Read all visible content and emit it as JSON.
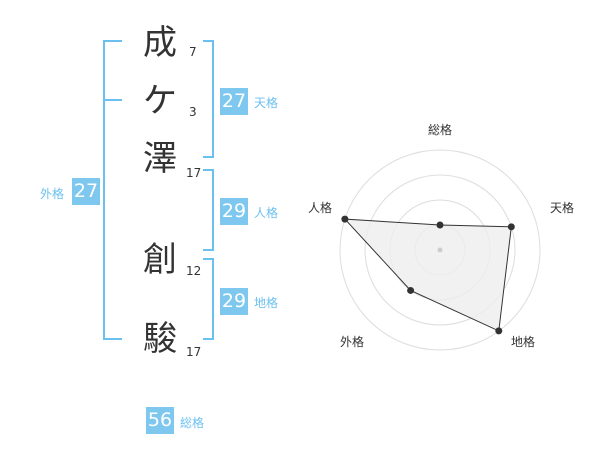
{
  "name": [
    {
      "char": "成",
      "strokes": "7"
    },
    {
      "char": "ケ",
      "strokes": "3"
    },
    {
      "char": "澤",
      "strokes": "17"
    },
    {
      "char": "創",
      "strokes": "12"
    },
    {
      "char": "駿",
      "strokes": "17"
    }
  ],
  "grades": {
    "tenkaku": {
      "value": "27",
      "label": "天格"
    },
    "jinkaku": {
      "value": "29",
      "label": "人格"
    },
    "chikaku": {
      "value": "29",
      "label": "地格"
    },
    "gaikaku": {
      "value": "27",
      "label": "外格"
    },
    "soukaku": {
      "value": "56",
      "label": "総格"
    }
  },
  "chart_data": {
    "type": "radar",
    "axes": [
      "総格",
      "天格",
      "地格",
      "外格",
      "人格"
    ],
    "rings": 4,
    "max": 4,
    "values": [
      1,
      3,
      4,
      2,
      4
    ],
    "colors": {
      "grid": "#dddddd",
      "fill": "#eeeeee",
      "line": "#333333",
      "point": "#333333"
    }
  },
  "colors": {
    "accent": "#7ec8f0",
    "bracket": "#6cc0f0",
    "text": "#333333"
  }
}
